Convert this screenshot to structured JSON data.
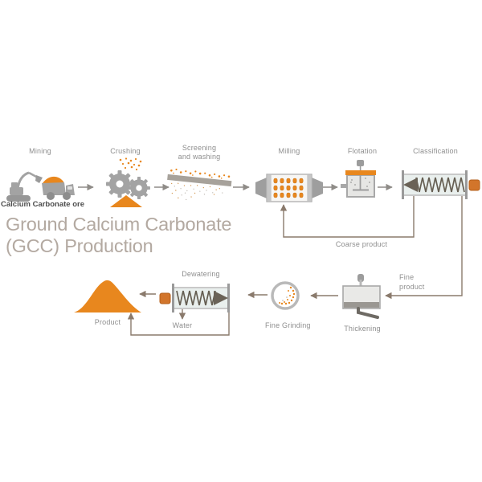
{
  "title": {
    "line1": "Ground Calcium Carbonate",
    "line2": "(GCC) Production"
  },
  "stages": {
    "mining": {
      "label": "Mining"
    },
    "ore": {
      "label": "Calcium Carbonate ore"
    },
    "crushing": {
      "label": "Crushing"
    },
    "screening": {
      "line1": "Screening",
      "line2": "and washing"
    },
    "milling": {
      "label": "Milling"
    },
    "flotation": {
      "label": "Flotation"
    },
    "classification": {
      "label": "Classification"
    },
    "thickening": {
      "label": "Thickening"
    },
    "fine_grinding": {
      "label": "Fine Grinding"
    },
    "dewatering": {
      "label": "Dewatering"
    },
    "product": {
      "label": "Product"
    }
  },
  "streams": {
    "coarse_product": "Coarse product",
    "fine_product_line1": "Fine",
    "fine_product_line2": "product",
    "water": "Water"
  },
  "colors": {
    "orange": "#E8871E",
    "orange_cap": "#D2752B",
    "machine_gray": "#A3A3A3",
    "dark_gray": "#6A6257",
    "label_gray": "#8E8E8E",
    "ore_label_gray": "#4D4D4D",
    "title_taupe": "#B3A9A1",
    "top_flow_line": "#8F8C88",
    "return_flow_line": "#8A7A6C"
  }
}
